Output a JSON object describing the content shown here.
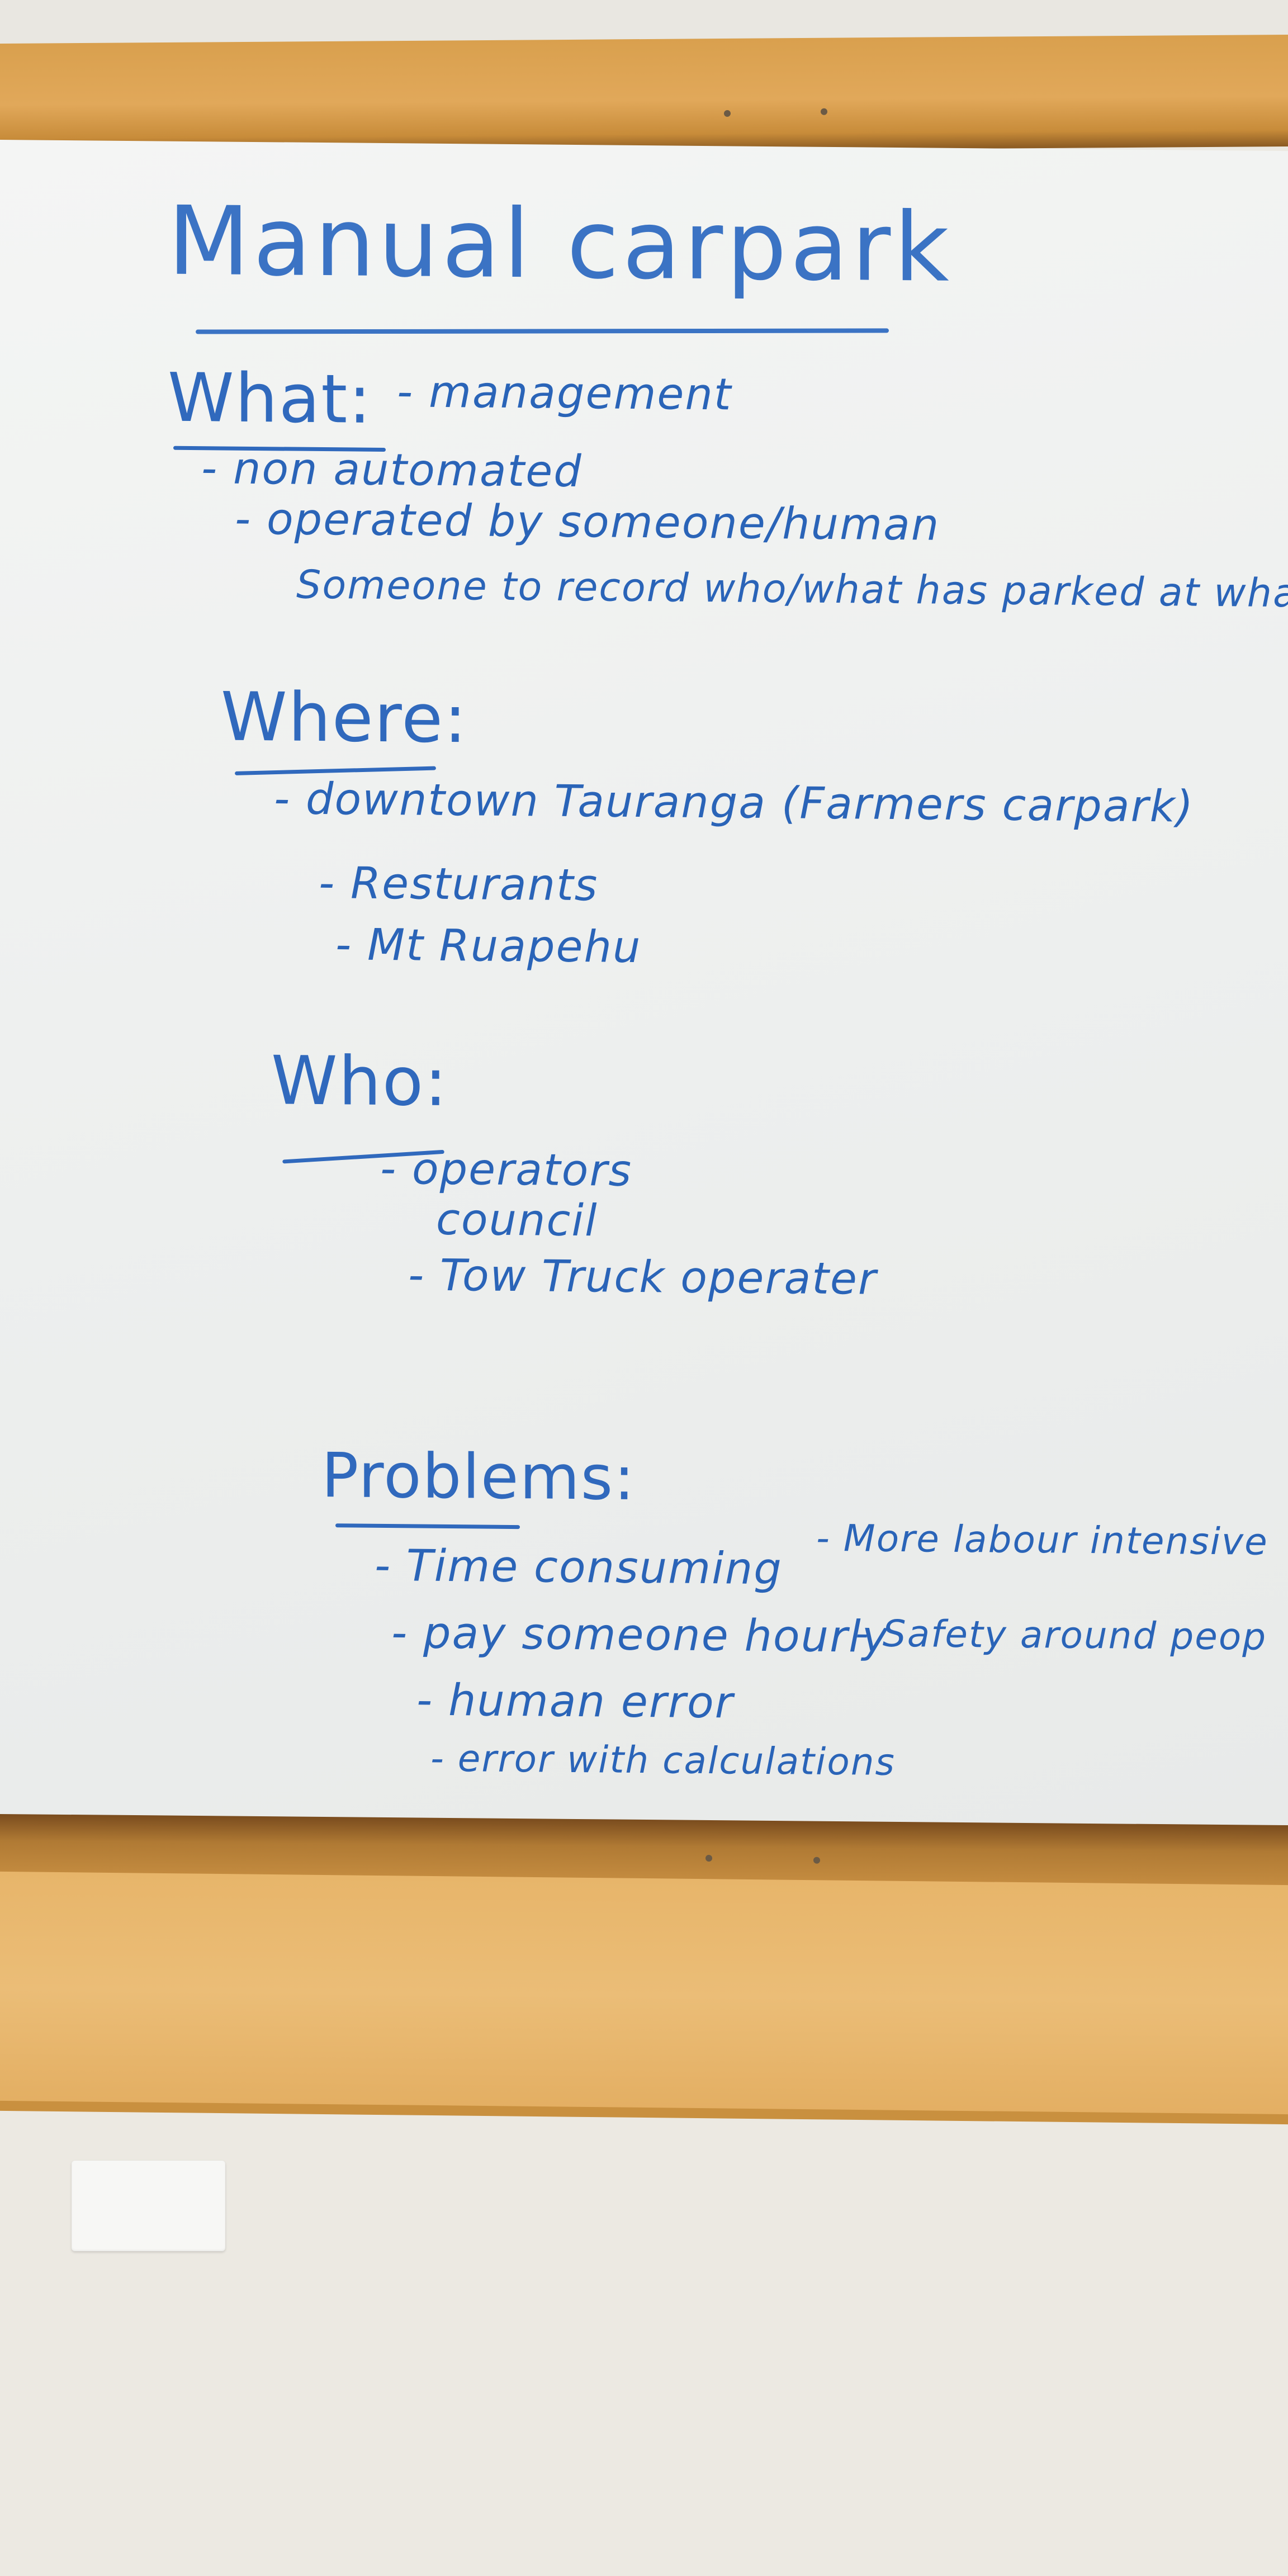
{
  "board": {
    "title": "Manual carpark",
    "sections": {
      "what": {
        "heading": "What:",
        "items": [
          "- management",
          "- non automated",
          "- operated by someone/human",
          "Someone to record who/what has parked at what"
        ]
      },
      "where": {
        "heading": "Where:",
        "items": [
          "- downtown Tauranga (Farmers carpark)",
          "- Resturants",
          "- Mt Ruapehu"
        ]
      },
      "who": {
        "heading": "Who:",
        "items": [
          "- operators",
          "council",
          "- Tow Truck operater"
        ]
      },
      "problems": {
        "heading": "Problems:",
        "items_left": [
          "- Time consuming",
          "- pay someone hourly",
          "- human error",
          "- error with calculations"
        ],
        "items_right": [
          "- More labour intensive",
          "- Safety around peop"
        ]
      }
    }
  },
  "colors": {
    "marker": "#2a64b8",
    "board": "#f0f1f0",
    "frame": "#d9a04e"
  }
}
